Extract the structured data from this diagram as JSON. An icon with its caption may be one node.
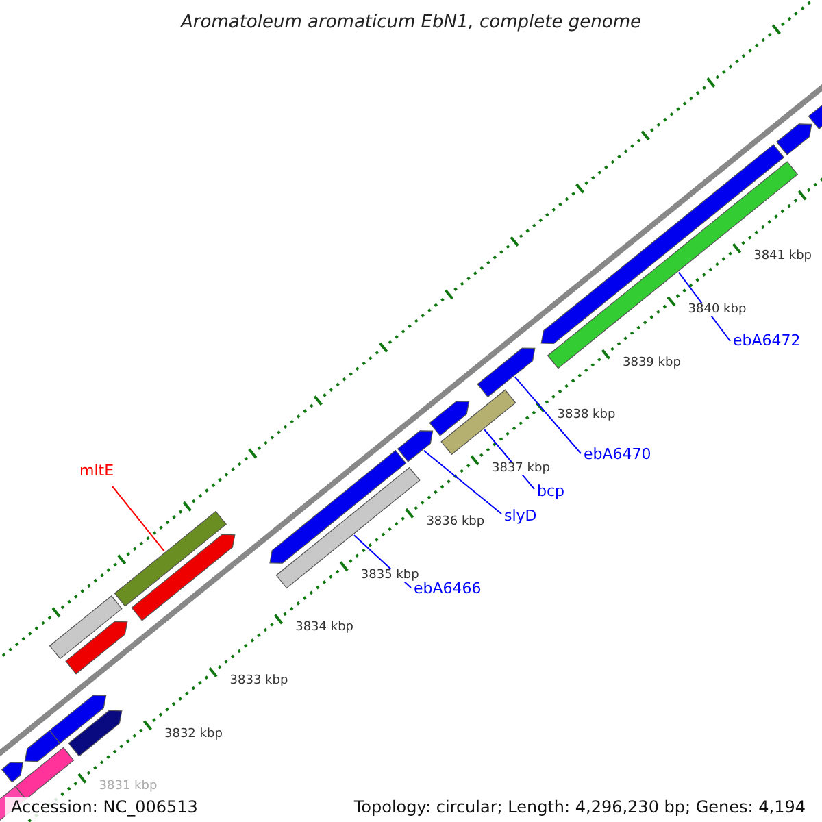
{
  "diagram": {
    "title": "Aromatoleum aromaticum EbN1, complete genome",
    "nodes": [
      {
        "text": [
          "ebA6472"
        ]
      },
      {
        "text": [
          "ebA6470"
        ]
      },
      {
        "text": [
          "bcp"
        ]
      },
      {
        "text": [
          "mltE"
        ]
      },
      {
        "text": [
          "slyD"
        ]
      },
      {
        "text": [
          "ebA6466"
        ]
      },
      {
        "text": [],
        "shape": "bar"
      },
      {
        "text": [],
        "shape": "bar"
      },
      {
        "text": [],
        "shape": "bar"
      },
      {
        "text": [],
        "shape": "bar"
      },
      {
        "text": [],
        "shape": "bar"
      },
      {
        "text": [],
        "shape": "bar"
      },
      {
        "text": [],
        "shape": "bar"
      },
      {
        "text": [],
        "shape": "bar"
      },
      {
        "text": [],
        "shape": "bar"
      },
      {
        "text": [],
        "shape": "bar"
      },
      {
        "text": [],
        "shape": "bar"
      },
      {
        "text": [],
        "shape": "bar"
      },
      {
        "text": [],
        "shape": "bar"
      },
      {
        "text": [],
        "shape": "bar"
      },
      {
        "text": [],
        "shape": "bar"
      },
      {
        "text": [],
        "shape": "bar"
      },
      {
        "text": [],
        "shape": "bar"
      },
      {
        "text": [],
        "shape": "bar"
      },
      {
        "text": [],
        "shape": "bar"
      },
      {
        "text": [],
        "shape": "bar"
      }
    ],
    "edges": [
      {
        "from": 0,
        "to": 11,
        "arrow": "none"
      },
      {
        "from": 1,
        "to": 10,
        "arrow": "none"
      },
      {
        "from": 2,
        "to": 9,
        "arrow": "none"
      },
      {
        "from": 3,
        "to": 6,
        "arrow": "none",
        "color": "#ff0000"
      },
      {
        "from": 4,
        "to": 8,
        "arrow": "none"
      },
      {
        "from": 5,
        "to": 7,
        "arrow": "none"
      }
    ],
    "labels": [
      "3841 kbp",
      "3840 kbp",
      "3839 kbp",
      "3838 kbp",
      "3837 kbp",
      "3836 kbp",
      "3835 kbp",
      "3834 kbp",
      "3833 kbp",
      "3832 kbp",
      "3831 kbp",
      "Accession: NC_006513",
      "Topology: circular; Length: 4,296,230 bp; Genes: 4,194"
    ]
  }
}
